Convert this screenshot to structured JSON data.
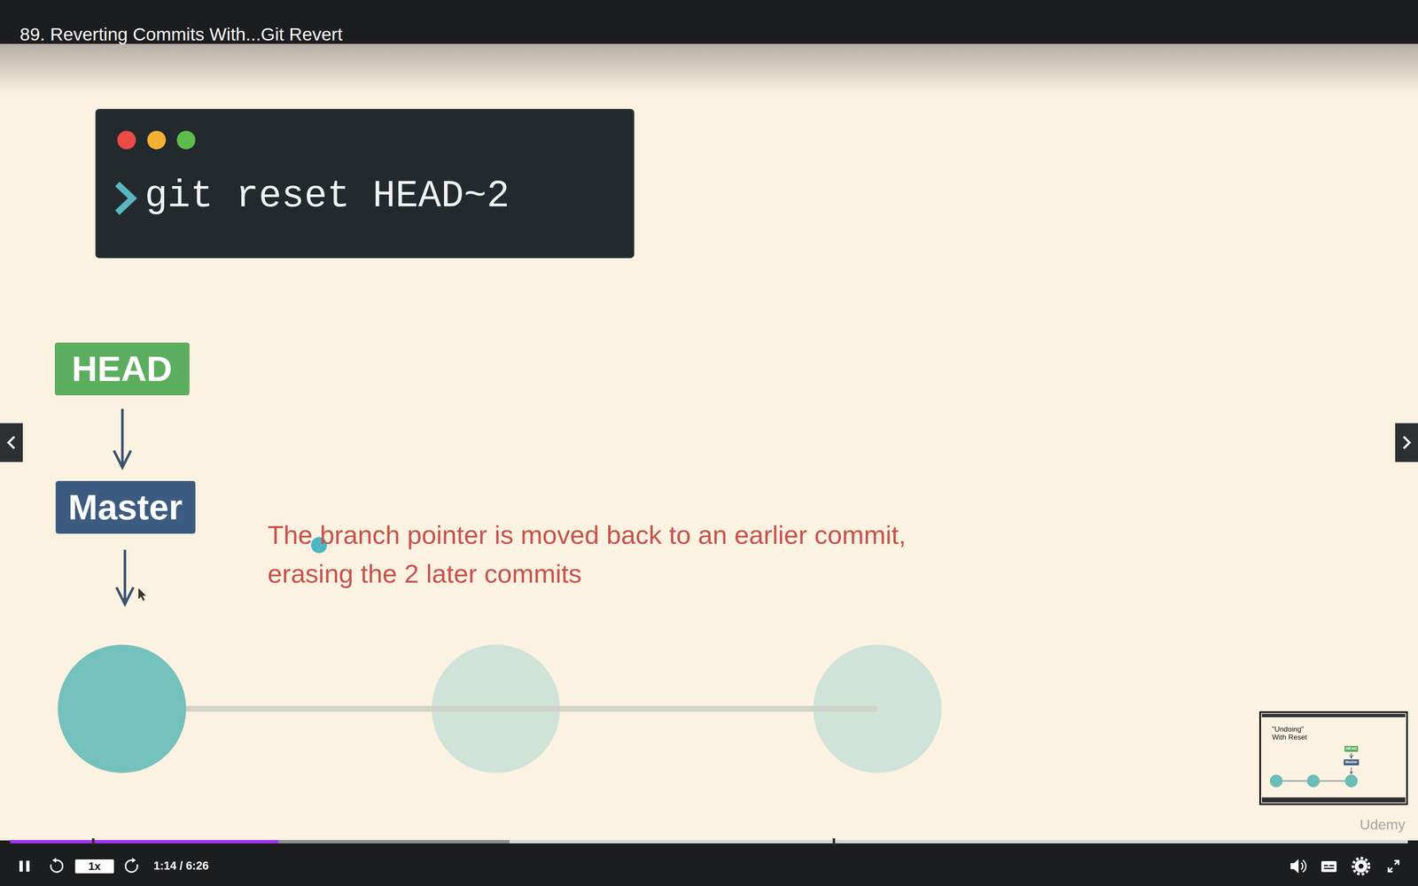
{
  "diagram": {
    "title": "89. Reverting Commits With...Git Revert",
    "nodes": [
      {
        "text": [
          "HEAD"
        ]
      },
      {
        "text": [
          "Master"
        ]
      },
      {
        "text": [
          "HEAD"
        ]
      },
      {
        "text": [
          "Master"
        ]
      }
    ],
    "edges": [
      {
        "from": 0,
        "to": 1,
        "arrow": "to"
      },
      {
        "from": 2,
        "to": 3,
        "arrow": "to"
      }
    ],
    "labels": [
      "git reset HEAD~2",
      "The branch pointer is moved back to an earlier commit, erasing the 2 later commits",
      "\"Undoing\" With Reset",
      "Udemy",
      "1x",
      "1:14 / 6:26"
    ]
  }
}
